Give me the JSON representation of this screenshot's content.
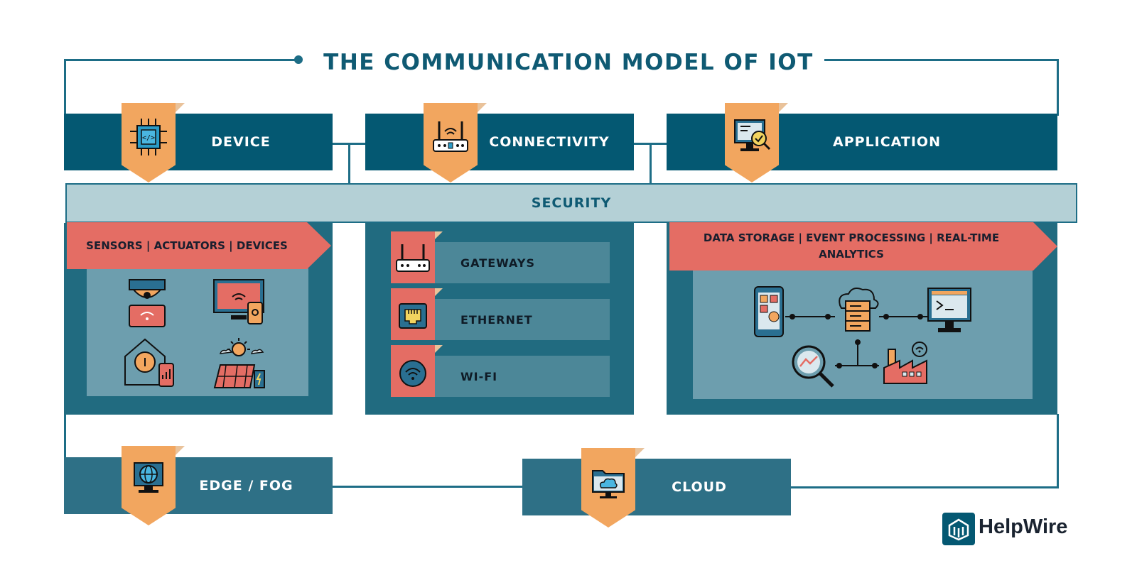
{
  "title": "THE COMMUNICATION MODEL OF IOT",
  "layers": {
    "device": "DEVICE",
    "connectivity": "CONNECTIVITY",
    "application": "APPLICATION"
  },
  "security": "SECURITY",
  "device_panel": {
    "ribbon": "SENSORS | ACTUATORS | DEVICES",
    "icons": [
      "smart-camera-icon",
      "smart-tv-icon",
      "smart-home-icon",
      "solar-panel-icon"
    ]
  },
  "connectivity_panel": {
    "items": [
      {
        "label": "GATEWAYS",
        "icon": "router-icon"
      },
      {
        "label": "ETHERNET",
        "icon": "ethernet-port-icon"
      },
      {
        "label": "WI-FI",
        "icon": "wifi-icon"
      }
    ]
  },
  "application_panel": {
    "ribbon_line1": "DATA STORAGE | EVENT PROCESSING | REAL-TIME",
    "ribbon_line2": "ANALYTICS",
    "icons": [
      "mobile-app-icon",
      "cloud-server-icon",
      "terminal-monitor-icon",
      "analytics-magnifier-icon",
      "smart-factory-icon"
    ]
  },
  "bottom": {
    "edge": "EDGE / FOG",
    "cloud": "CLOUD"
  },
  "logo": {
    "text": "HelpWire"
  },
  "colors": {
    "navy": "#045872",
    "teal": "#216b80",
    "orange": "#f2a65f",
    "coral": "#e46d64",
    "light_blue": "#b4d0d6"
  }
}
